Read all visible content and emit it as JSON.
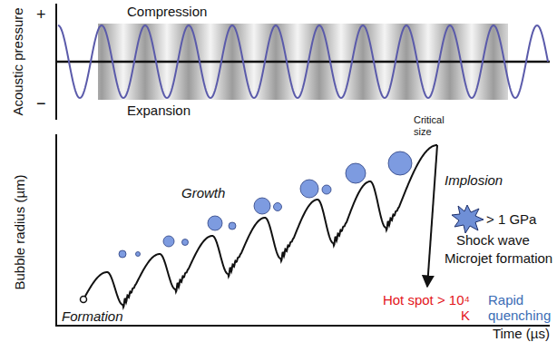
{
  "diagram": {
    "labels": [
      "Acoustic pressure",
      "+",
      "−",
      "Compression",
      "Expansion",
      "Bubble radius (µm)",
      "Time (µs)",
      "Formation",
      "Growth",
      "Critical size",
      "Implosion",
      "> 1 GPa",
      "Shock wave",
      "Microjet formation",
      "Hot spot > 10⁴ K",
      "Rapid quenching"
    ]
  }
}
